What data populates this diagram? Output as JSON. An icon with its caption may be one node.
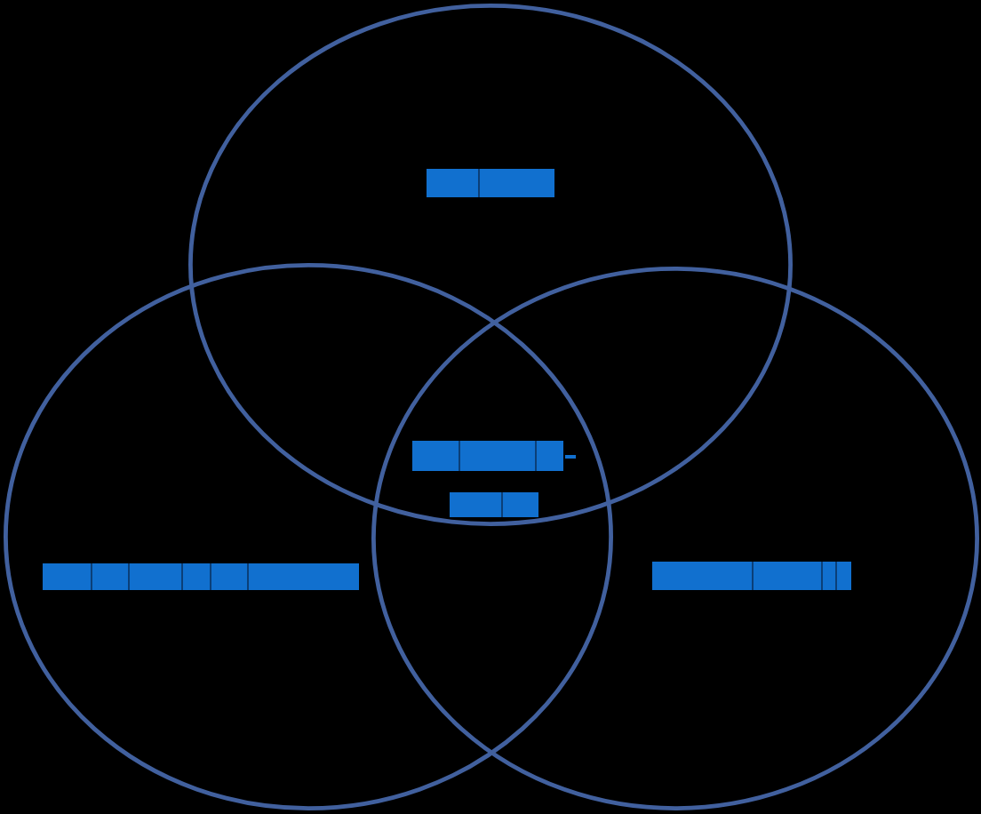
{
  "diagram": {
    "nodes": [
      {
        "text": [],
        "shape": "circle"
      },
      {
        "text": [],
        "shape": "circle"
      },
      {
        "text": [],
        "shape": "circle"
      },
      {
        "text": [],
        "shape": "bar",
        "in": 0
      },
      {
        "text": [],
        "shape": "bar"
      },
      {
        "text": [],
        "shape": "bar"
      },
      {
        "text": [],
        "shape": "bar",
        "in": 1
      },
      {
        "text": [],
        "shape": "bar",
        "in": 2
      }
    ]
  }
}
